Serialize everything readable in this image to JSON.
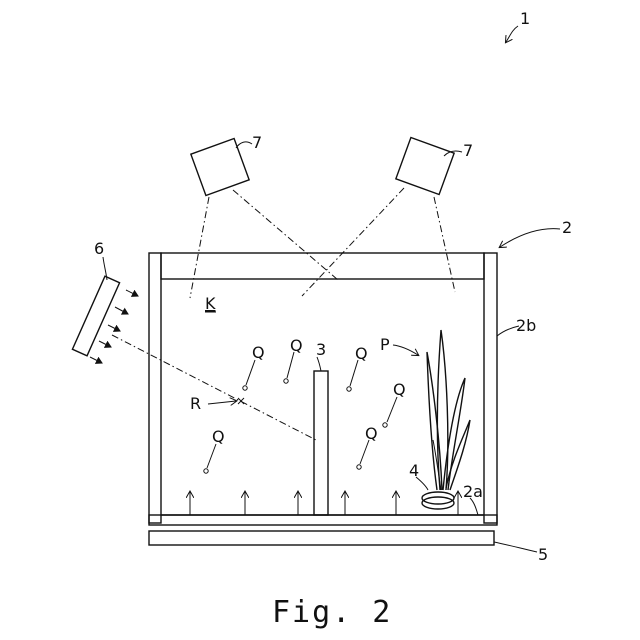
{
  "labels": {
    "device": "1",
    "container": "2",
    "bottom_wall": "2a",
    "side_wall": "2b",
    "rod": "3",
    "holder": "4",
    "base_plate": "5",
    "light_panel": "6",
    "camera_left": "7",
    "camera_right": "7",
    "space": "K",
    "plant": "P",
    "point_r": "R",
    "particle_q1": "Q",
    "particle_q2": "Q",
    "particle_q3": "Q",
    "particle_q4": "Q",
    "particle_q5": "Q",
    "particle_q6": "Q"
  },
  "caption": "Fig. 2"
}
